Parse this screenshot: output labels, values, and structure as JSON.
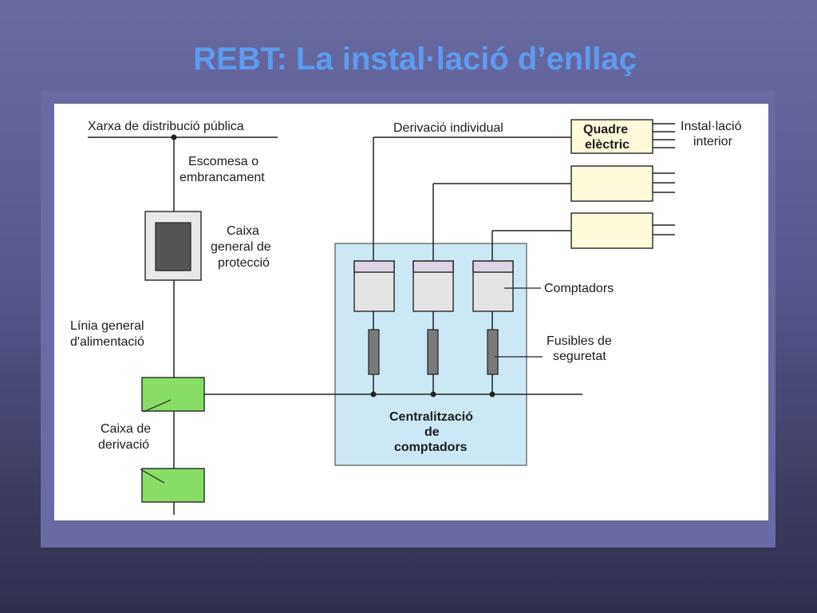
{
  "slide": {
    "title": "REBT: La instal·lació d’enllaç"
  },
  "diagram": {
    "labels": {
      "network": "Xarxa de distribució pública",
      "service_line_1": "Escomesa o",
      "service_line_2": "embrancament",
      "cgp_1": "Caixa",
      "cgp_2": "general de",
      "cgp_3": "protecció",
      "lga_1": "Línia general",
      "lga_2": "d'alimentació",
      "branch_box_1": "Caixa de",
      "branch_box_2": "derivació",
      "individual_branch": "Derivació individual",
      "panel_1": "Quadre",
      "panel_2": "elèctric",
      "interior_1": "Instal·lació",
      "interior_2": "interior",
      "meters": "Comptadors",
      "fuses_1": "Fusibles de",
      "fuses_2": "seguretat",
      "central_1": "Centralització",
      "central_2": "de",
      "central_3": "comptadors"
    },
    "colors": {
      "title": "#5c9cf0",
      "centralization_fill": "#cce8f4",
      "branch_box_fill": "#88dd66",
      "panel_fill": "#fffadc",
      "meter_fill": "#e4e4e4",
      "meter_header_fill": "#dcd4e4",
      "fuse_fill": "#7a7a7a",
      "cgp_inner_fill": "#555555"
    }
  }
}
